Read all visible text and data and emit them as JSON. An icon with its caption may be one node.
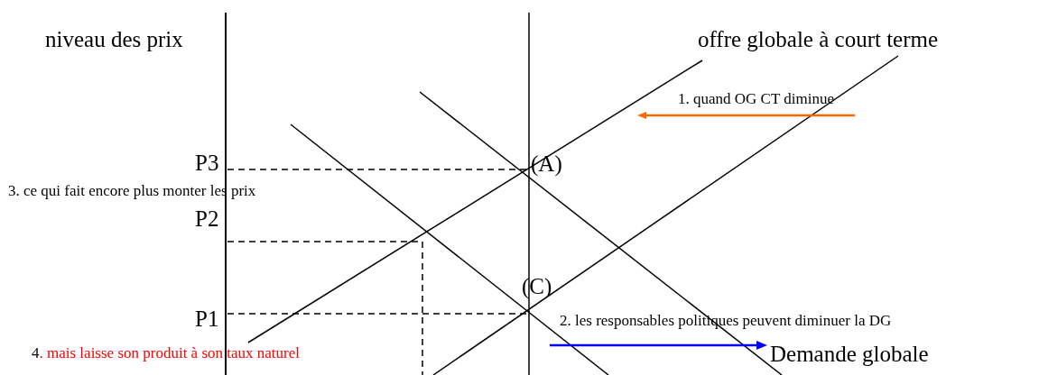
{
  "diagram": {
    "labels": [
      "niveau des prix",
      "offre globale à court terme",
      "1. quand OG CT diminue",
      "P3",
      "(A)",
      "3. ce qui fait encore plus monter les prix",
      "P2",
      "(C)",
      "P1",
      "2. les responsables politiques peuvent diminuer la DG",
      "4. mais laisse son produit à son taux naturel",
      "Demande globale"
    ]
  }
}
